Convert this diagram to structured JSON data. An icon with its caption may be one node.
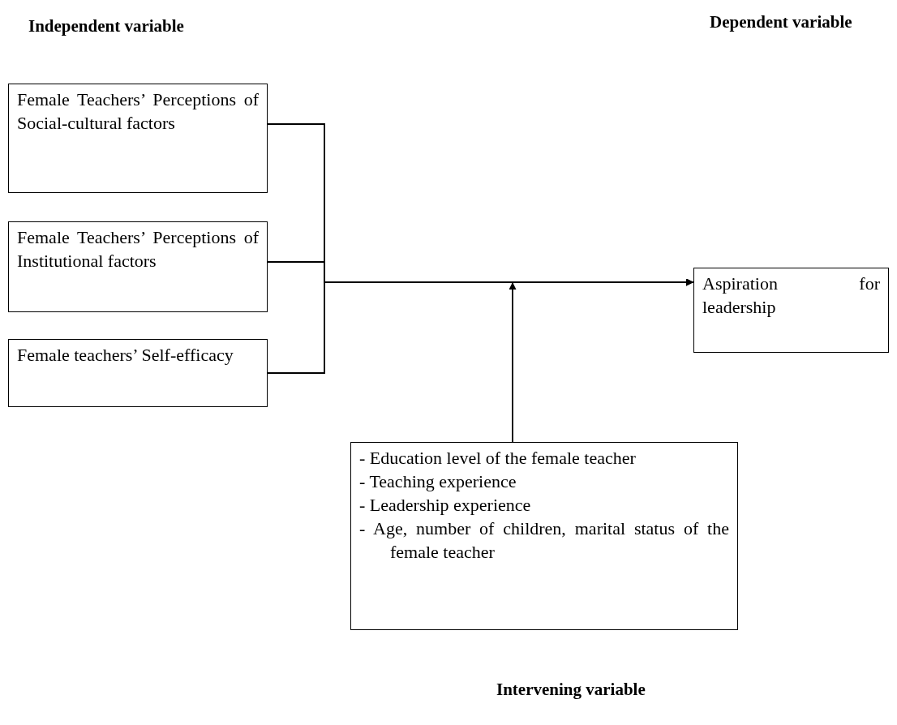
{
  "diagram": {
    "nodes": [
      {
        "text": [
          "Female Teachers’ Perceptions of Social-cultural factors"
        ]
      },
      {
        "text": [
          "Female Teachers’ Perceptions of Institutional factors"
        ]
      },
      {
        "text": [
          "Female teachers’ Self-efficacy"
        ]
      },
      {
        "text": [
          "Aspiration for leadership"
        ]
      },
      {
        "text": [
          "- Education level of the female teacher",
          "- Teaching experience",
          "- Leadership experience",
          "- Age, number of children, marital status of the female teacher"
        ]
      }
    ],
    "edges": [
      {
        "from": 0,
        "to": 3,
        "arrow": "to"
      },
      {
        "from": 1,
        "to": 3,
        "arrow": "to"
      },
      {
        "from": 2,
        "to": 3,
        "arrow": "to"
      },
      {
        "from": 4,
        "to": null,
        "arrow": "to"
      }
    ],
    "labels": [
      "Independent variable",
      "Dependent variable",
      "Intervening variable"
    ]
  }
}
